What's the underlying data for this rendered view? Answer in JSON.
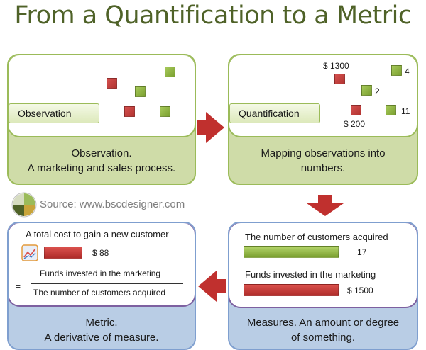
{
  "title": "From a Quantification to a Metric",
  "source": "Source: www.bscdesigner.com",
  "observation": {
    "tag": "Observation",
    "caption_line1": "Observation.",
    "caption_line2": "A marketing and sales process."
  },
  "quantification": {
    "tag": "Quantification",
    "caption_line1": "Mapping observations into",
    "caption_line2": "numbers.",
    "labels": {
      "red_top": "$ 1300",
      "green_top": "4",
      "green_mid": "2",
      "red_bottom": "$ 200",
      "green_bottom": "11"
    }
  },
  "measures": {
    "customers_label": "The number of customers acquired",
    "customers_value": "17",
    "funds_label": "Funds invested in the marketing",
    "funds_value": "$ 1500",
    "caption_line1": "Measures. An amount or degree",
    "caption_line2": "of something."
  },
  "metric": {
    "heading": "A total cost to gain a new customer",
    "value": "$ 88",
    "equals": "=",
    "numerator": "Funds invested in the marketing",
    "denominator": "The number of customers acquired",
    "caption_line1": "Metric.",
    "caption_line2": "A derivative of measure."
  },
  "colors": {
    "title": "#4f6228",
    "green_panel": "#cfdca8",
    "blue_panel": "#b9cde5",
    "arrow": "#c0302e",
    "accent_red": "#c0392b",
    "accent_green": "#8db33b"
  },
  "icons": {
    "logo": "quadrant-logo-icon",
    "chart": "line-chart-icon"
  }
}
